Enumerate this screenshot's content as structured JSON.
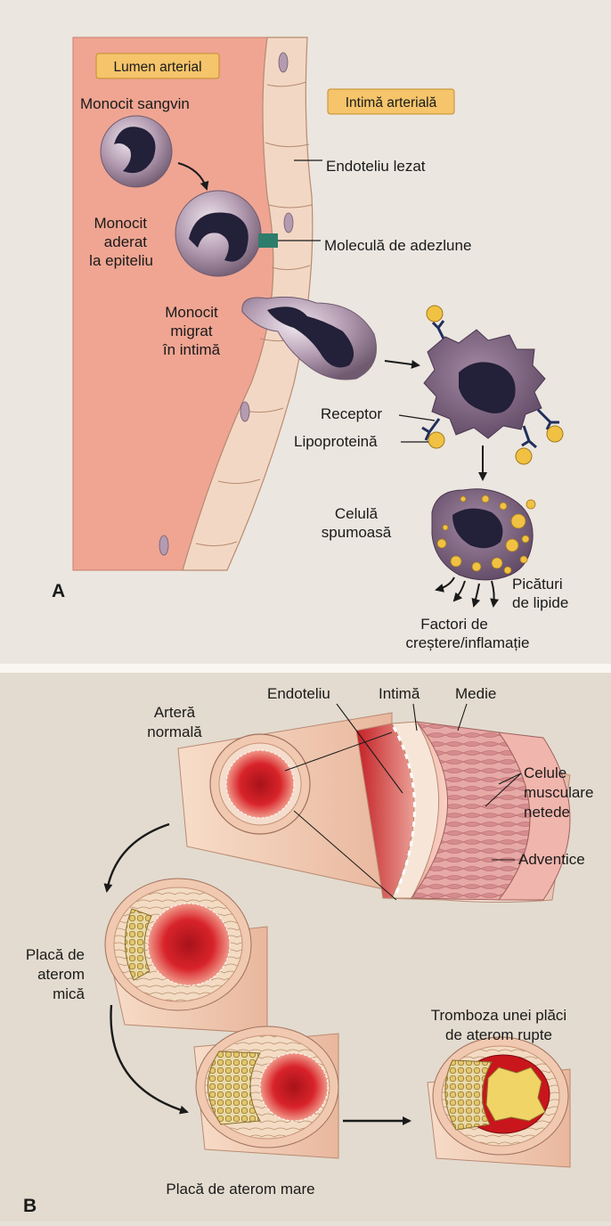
{
  "panel_a": {
    "letter": "A",
    "lumen_tag": "Lumen arterial",
    "intima_tag": "Intimă arterială",
    "monocyte_blood": "Monocit sangvin",
    "monocyte_adhered": [
      "Monocit",
      "aderat",
      "la epiteliu"
    ],
    "monocyte_migrated": [
      "Monocit",
      "migrat",
      "în intimă"
    ],
    "damaged_endothelium": "Endoteliu lezat",
    "adhesion_molecule": "Moleculă de adezlune",
    "receptor": "Receptor",
    "lipoprotein": "Lipoproteină",
    "foam_cell": [
      "Celulă",
      "spumoasă"
    ],
    "lipid_droplets": [
      "Picături",
      "de lipide"
    ],
    "growth_factors": [
      "Factori de",
      "creștere/inflamație"
    ]
  },
  "panel_b": {
    "letter": "B",
    "normal_artery": [
      "Arteră",
      "normală"
    ],
    "endothelium": "Endoteliu",
    "intima": "Intimă",
    "media": "Medie",
    "smooth_muscle": [
      "Celule",
      "musculare",
      "netede"
    ],
    "adventitia": "Adventice",
    "small_plaque": [
      "Placă de",
      "aterom",
      "mică"
    ],
    "large_plaque": "Placă de aterom mare",
    "thrombosis": [
      "Tromboza unei plăci",
      "de aterom rupte"
    ]
  },
  "colors": {
    "lumen": "#efa592",
    "intima": "#f2d8c4",
    "cell": "#a98fa6",
    "nucleus": "#232039",
    "lipid": "#f1c143",
    "receptor": "#1f2e5c",
    "adhesion": "#2e7d6c",
    "artery_red": "#d8232a",
    "vessel_tan": "#f0c9b0"
  }
}
